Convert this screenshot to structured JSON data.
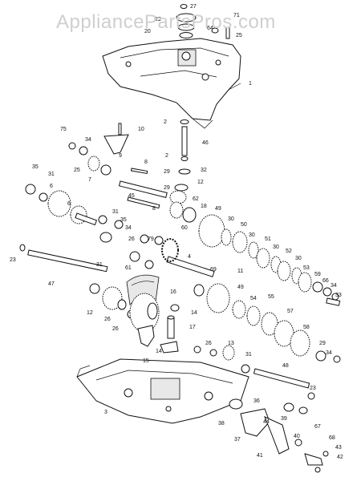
{
  "watermark": "AppliancePartsPros.com",
  "callouts": [
    {
      "id": "c27",
      "text": "27"
    },
    {
      "id": "c71",
      "text": "71"
    },
    {
      "id": "c22",
      "text": "22"
    },
    {
      "id": "c20",
      "text": "20"
    },
    {
      "id": "c64",
      "text": "64"
    },
    {
      "id": "c25a",
      "text": "25"
    },
    {
      "id": "c1",
      "text": "1"
    },
    {
      "id": "c2a",
      "text": "2"
    },
    {
      "id": "c10",
      "text": "10"
    },
    {
      "id": "c75",
      "text": "75"
    },
    {
      "id": "c34a",
      "text": "34"
    },
    {
      "id": "c46",
      "text": "46"
    },
    {
      "id": "c9",
      "text": "9"
    },
    {
      "id": "c25b",
      "text": "25"
    },
    {
      "id": "c7",
      "text": "7"
    },
    {
      "id": "c2b",
      "text": "2"
    },
    {
      "id": "c8a",
      "text": "8"
    },
    {
      "id": "c32",
      "text": "32"
    },
    {
      "id": "c29a",
      "text": "29"
    },
    {
      "id": "c12a",
      "text": "12"
    },
    {
      "id": "c35a",
      "text": "35"
    },
    {
      "id": "c31a",
      "text": "31"
    },
    {
      "id": "c45",
      "text": "45"
    },
    {
      "id": "c29b",
      "text": "29"
    },
    {
      "id": "c6a",
      "text": "6"
    },
    {
      "id": "c8b",
      "text": "8"
    },
    {
      "id": "c62",
      "text": "62"
    },
    {
      "id": "c6b",
      "text": "6"
    },
    {
      "id": "c31b",
      "text": "31"
    },
    {
      "id": "c18",
      "text": "18"
    },
    {
      "id": "c49a",
      "text": "49"
    },
    {
      "id": "c30a",
      "text": "30"
    },
    {
      "id": "c35b",
      "text": "35"
    },
    {
      "id": "c50",
      "text": "50"
    },
    {
      "id": "c30b",
      "text": "30"
    },
    {
      "id": "c34b",
      "text": "34"
    },
    {
      "id": "c60",
      "text": "60"
    },
    {
      "id": "c51",
      "text": "51"
    },
    {
      "id": "c30c",
      "text": "30"
    },
    {
      "id": "c23a",
      "text": "23"
    },
    {
      "id": "c26a",
      "text": "26"
    },
    {
      "id": "c79",
      "text": "79"
    },
    {
      "id": "c52",
      "text": "52"
    },
    {
      "id": "c30d",
      "text": "30"
    },
    {
      "id": "c53",
      "text": "53"
    },
    {
      "id": "c4",
      "text": "4"
    },
    {
      "id": "c61",
      "text": "61"
    },
    {
      "id": "c31c",
      "text": "31"
    },
    {
      "id": "c59",
      "text": "59"
    },
    {
      "id": "c66",
      "text": "66"
    },
    {
      "id": "c34c",
      "text": "34"
    },
    {
      "id": "c69",
      "text": "69"
    },
    {
      "id": "c11",
      "text": "11"
    },
    {
      "id": "c33",
      "text": "33"
    },
    {
      "id": "c47",
      "text": "47"
    },
    {
      "id": "c16",
      "text": "16"
    },
    {
      "id": "c49b",
      "text": "49"
    },
    {
      "id": "c54",
      "text": "54"
    },
    {
      "id": "c12b",
      "text": "12"
    },
    {
      "id": "c26b",
      "text": "26"
    },
    {
      "id": "c55",
      "text": "55"
    },
    {
      "id": "c57",
      "text": "57"
    },
    {
      "id": "c14a",
      "text": "14"
    },
    {
      "id": "c26c",
      "text": "26"
    },
    {
      "id": "c17",
      "text": "17"
    },
    {
      "id": "c58",
      "text": "58"
    },
    {
      "id": "c15",
      "text": "15"
    },
    {
      "id": "c14b",
      "text": "14"
    },
    {
      "id": "c26d",
      "text": "26"
    },
    {
      "id": "c13",
      "text": "13"
    },
    {
      "id": "c31d",
      "text": "31"
    },
    {
      "id": "c29c",
      "text": "29"
    },
    {
      "id": "c34d",
      "text": "34"
    },
    {
      "id": "c48",
      "text": "48"
    },
    {
      "id": "c3",
      "text": "3"
    },
    {
      "id": "c23b",
      "text": "23"
    },
    {
      "id": "c36",
      "text": "36"
    },
    {
      "id": "c38",
      "text": "38"
    },
    {
      "id": "c44",
      "text": "44"
    },
    {
      "id": "c39",
      "text": "39"
    },
    {
      "id": "c67",
      "text": "67"
    },
    {
      "id": "c37",
      "text": "37"
    },
    {
      "id": "c40",
      "text": "40"
    },
    {
      "id": "c68",
      "text": "68"
    },
    {
      "id": "c43",
      "text": "43"
    },
    {
      "id": "c41",
      "text": "41"
    },
    {
      "id": "c42",
      "text": "42"
    }
  ]
}
